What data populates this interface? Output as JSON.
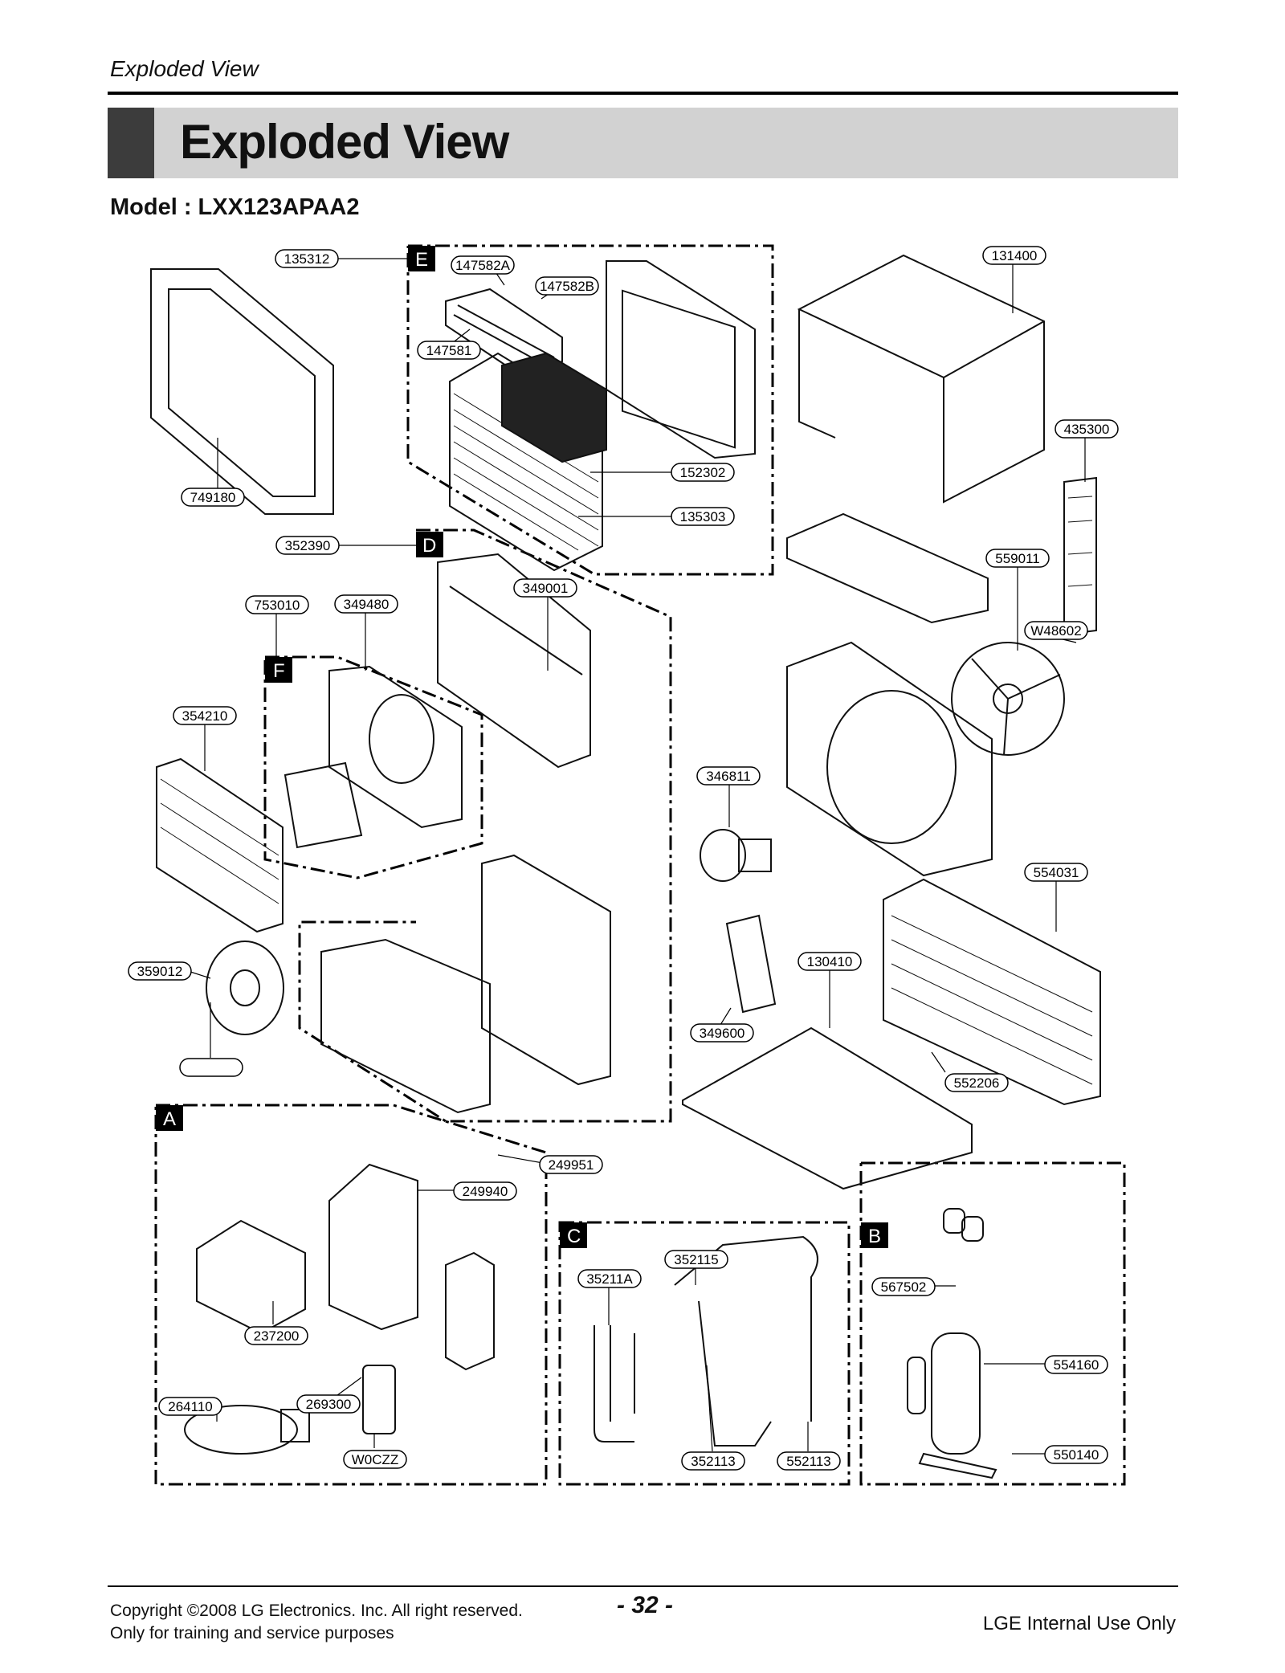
{
  "header": {
    "section_label": "Exploded View"
  },
  "title": "Exploded View",
  "model_label": "Model : LXX123APAA2",
  "group_labels": [
    "E",
    "D",
    "F",
    "A",
    "C",
    "B"
  ],
  "parts": [
    "135312",
    "147582A",
    "147582B",
    "147581",
    "152302",
    "135303",
    "131400",
    "435300",
    "749180",
    "352390",
    "349001",
    "753010",
    "349480",
    "354210",
    "559011",
    "W48602",
    "346811",
    "554031",
    "359012",
    "130410",
    "349600",
    "552206",
    "249951",
    "249940",
    "237200",
    "264110",
    "269300",
    "W0CZZ",
    "352115",
    "35211A",
    "352113",
    "552113",
    "567502",
    "554160",
    "550140"
  ],
  "footer": {
    "copyright": "Copyright ©2008 LG Electronics. Inc. All right reserved.",
    "training": "Only for training and service purposes",
    "page_number": "- 32 -",
    "internal": "LGE Internal Use Only"
  }
}
